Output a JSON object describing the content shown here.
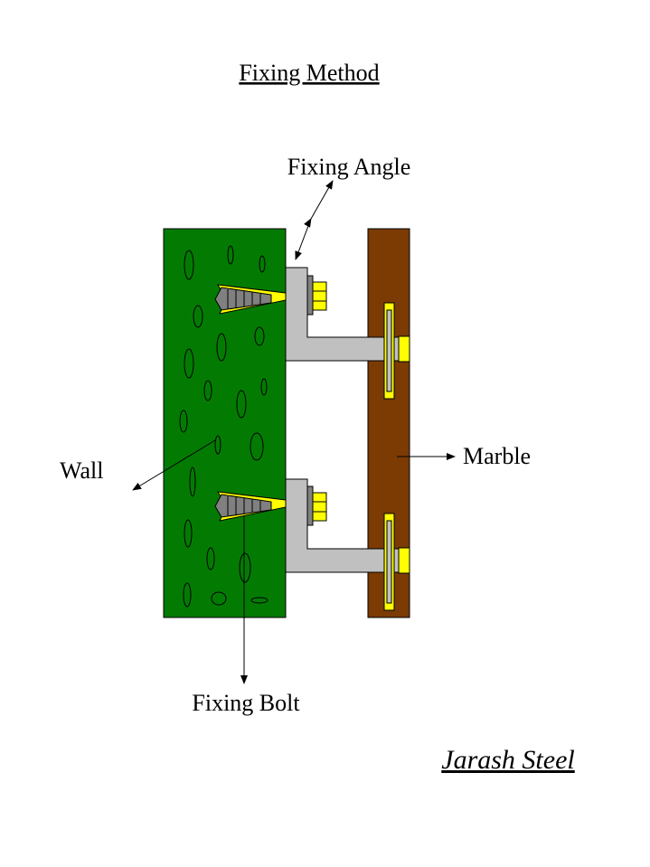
{
  "title": "Fixing Method",
  "labels": {
    "fixing_angle": "Fixing Angle",
    "wall": "Wall",
    "marble": "Marble",
    "fixing_bolt": "Fixing Bolt"
  },
  "brand": "Jarash Steel",
  "colors": {
    "wall": "#037b03",
    "marble": "#7b3b03",
    "angle": "#c0c0c0",
    "bolt": "#ffff00",
    "background": "#ffffff"
  }
}
